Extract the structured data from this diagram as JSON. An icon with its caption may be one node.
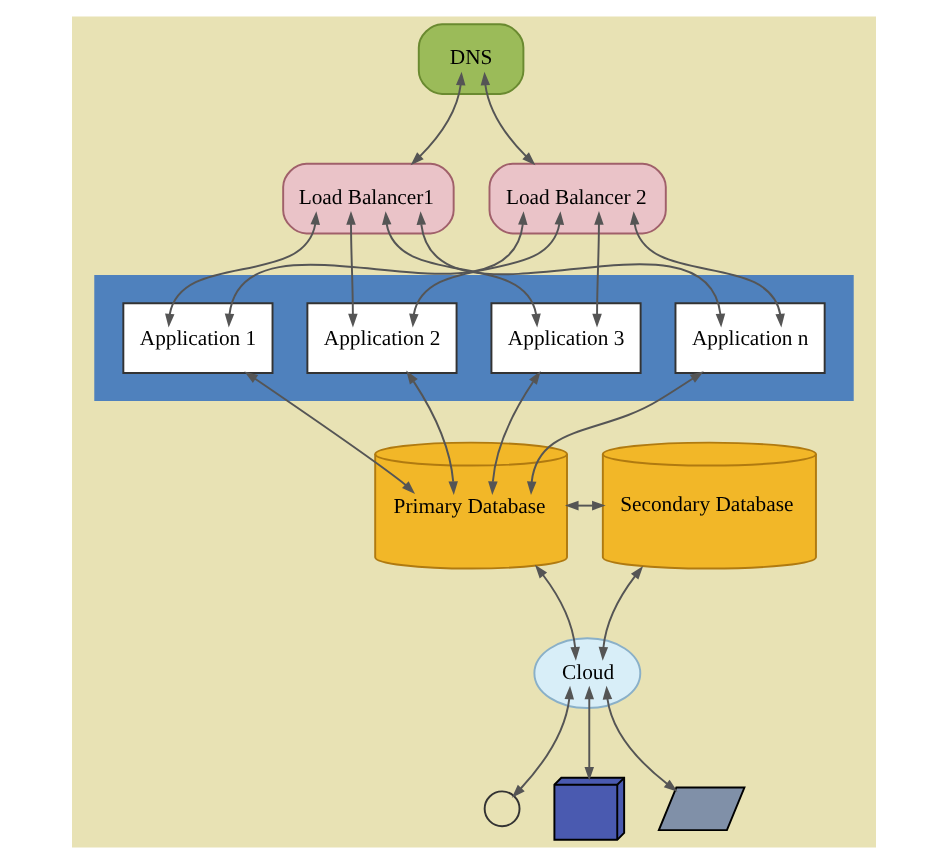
{
  "diagram": {
    "nodes": [
      {
        "text": [
          "DNS"
        ]
      },
      {
        "text": [
          "Load Balancer1"
        ]
      },
      {
        "text": [
          "Load Balancer 2"
        ]
      },
      {
        "text": [],
        "shape": "box"
      },
      {
        "text": [
          "Application 1"
        ],
        "in": 3
      },
      {
        "text": [
          "Application 2"
        ],
        "in": 3
      },
      {
        "text": [
          "Application 3"
        ],
        "in": 3
      },
      {
        "text": [
          "Application n"
        ],
        "in": 3
      },
      {
        "text": [
          "Primary Database"
        ]
      },
      {
        "text": [
          "Secondary Database"
        ]
      },
      {
        "text": [
          "Cloud"
        ]
      },
      {
        "text": [],
        "shape": "person"
      },
      {
        "text": [],
        "shape": "computer"
      },
      {
        "text": [],
        "shape": "laptop"
      }
    ],
    "edges": [
      {
        "from": 0,
        "to": 1,
        "arrow": "both"
      },
      {
        "from": 0,
        "to": 2,
        "arrow": "both"
      },
      {
        "from": 1,
        "to": 4,
        "arrow": "both"
      },
      {
        "from": 1,
        "to": 5,
        "arrow": "both"
      },
      {
        "from": 1,
        "to": 6,
        "arrow": "both"
      },
      {
        "from": 1,
        "to": 7,
        "arrow": "both"
      },
      {
        "from": 2,
        "to": 4,
        "arrow": "both"
      },
      {
        "from": 2,
        "to": 5,
        "arrow": "both"
      },
      {
        "from": 2,
        "to": 6,
        "arrow": "both"
      },
      {
        "from": 2,
        "to": 7,
        "arrow": "both"
      },
      {
        "from": 4,
        "to": 8,
        "arrow": "both"
      },
      {
        "from": 5,
        "to": 8,
        "arrow": "both"
      },
      {
        "from": 6,
        "to": 8,
        "arrow": "both"
      },
      {
        "from": 7,
        "to": 8,
        "arrow": "both"
      },
      {
        "from": 8,
        "to": 9,
        "arrow": "both"
      },
      {
        "from": 8,
        "to": 10,
        "arrow": "both"
      },
      {
        "from": 9,
        "to": 10,
        "arrow": "both"
      },
      {
        "from": 10,
        "to": 11,
        "arrow": "both"
      },
      {
        "from": 10,
        "to": 12,
        "arrow": "both"
      },
      {
        "from": 10,
        "to": 13,
        "arrow": "both"
      }
    ]
  }
}
